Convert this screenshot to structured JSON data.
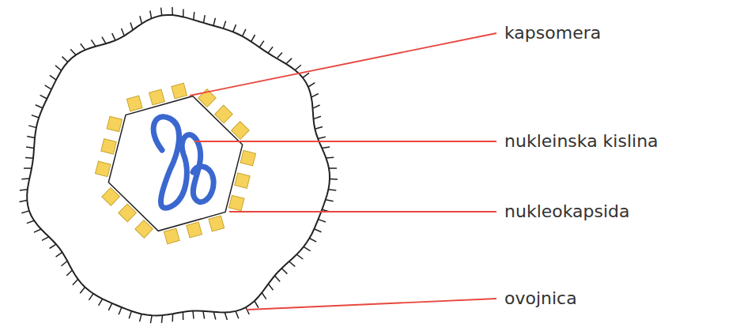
{
  "diagram": {
    "labels": [
      "kapsomera",
      "nukleinska kislina",
      "nukleokapsida",
      "ovojnica"
    ]
  }
}
